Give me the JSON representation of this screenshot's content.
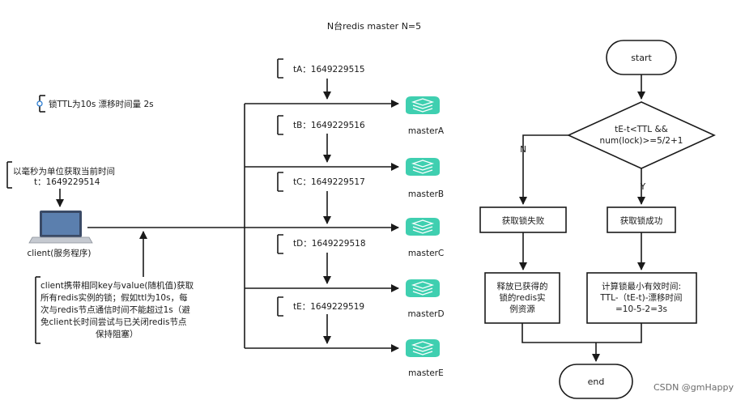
{
  "title": "N台redis master N=5",
  "lock_note": "锁TTL为10s 漂移时间量 2s",
  "time_note": {
    "line1": "以毫秒为单位获取当前时间",
    "line2": "t：1649229514"
  },
  "client_label": "client(服务程序)",
  "client_desc": [
    "client携带相同key与value(随机值)获取",
    "所有redis实例的锁；假如ttl为10s，每",
    "次与redis节点通信时间不能超过1s（避",
    "免client长时间尝试与已关闭redis节点",
    "保持阻塞）"
  ],
  "masters": [
    {
      "time": "tA：1649229515",
      "name": "masterA"
    },
    {
      "time": "tB：1649229516",
      "name": "masterB"
    },
    {
      "time": "tC：1649229517",
      "name": "masterC"
    },
    {
      "time": "tD：1649229518",
      "name": "masterD"
    },
    {
      "time": "tE：1649229519",
      "name": "masterE"
    }
  ],
  "flow": {
    "start": "start",
    "decision_line1": "tE-t<TTL &&",
    "decision_line2": "num(lock)>=5/2+1",
    "no_label": "N",
    "yes_label": "Y",
    "fail": "获取锁失败",
    "success": "获取锁成功",
    "release": [
      "释放已获得的",
      "锁的redis实",
      "例资源"
    ],
    "compute": [
      "计算锁最小有效时间:",
      "TTL-（tE-t)-漂移时间",
      "=10-5-2=3s"
    ],
    "end": "end"
  },
  "watermark": "CSDN @gmHappy",
  "colors": {
    "redis_icon": "#3fcfb0",
    "redis_icon_stroke": "#ffffff",
    "laptop_screen": "#3a4a66",
    "laptop_body": "#c5c9d0",
    "line": "#1a1a1a"
  }
}
